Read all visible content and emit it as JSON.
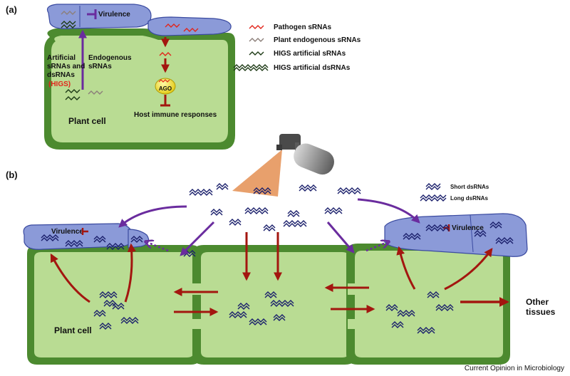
{
  "panel_a": {
    "label": "(a)",
    "virulence": "Virulence",
    "artificial_line1": "Artificial",
    "artificial_line2": "sRNAs and",
    "artificial_line3": "dsRNAs",
    "higs": "(HIGS)",
    "endogenous_line1": "Endogenous",
    "endogenous_line2": "sRNAs",
    "ago": "AGO",
    "host_immune": "Host immune responses",
    "plant_cell": "Plant cell",
    "legend": {
      "pathogen": "Pathogen sRNAs",
      "plant_endogenous": "Plant endogenous sRNAs",
      "higs_srnas": "HIGS artificial sRNAs",
      "higs_dsrnas": "HIGS artificial dsRNAs"
    }
  },
  "panel_b": {
    "label": "(b)",
    "virulence_left": "Virulence",
    "virulence_right": "Virulence",
    "plant_cell": "Plant cell",
    "other_line1": "Other",
    "other_line2": "tissues",
    "legend": {
      "short": "Short dsRNAs",
      "long": "Long dsRNAs"
    }
  },
  "footer": "Current Opinion in Microbiology",
  "colors": {
    "cell_outer": "#4c8a2f",
    "cell_inner": "#b9dc93",
    "pathogen_fill": "#8b9ad8",
    "pathogen_stroke": "#3a4aa0",
    "arrow_red": "#a3160f",
    "arrow_purple": "#6a2c9e",
    "rna_red": "#e2251b",
    "rna_gray": "#8c7f7a",
    "rna_green": "#1d3a15",
    "rna_navy": "#1a1f6b",
    "ago": "#f3e11e",
    "spray_cone": "#e8a06c"
  }
}
